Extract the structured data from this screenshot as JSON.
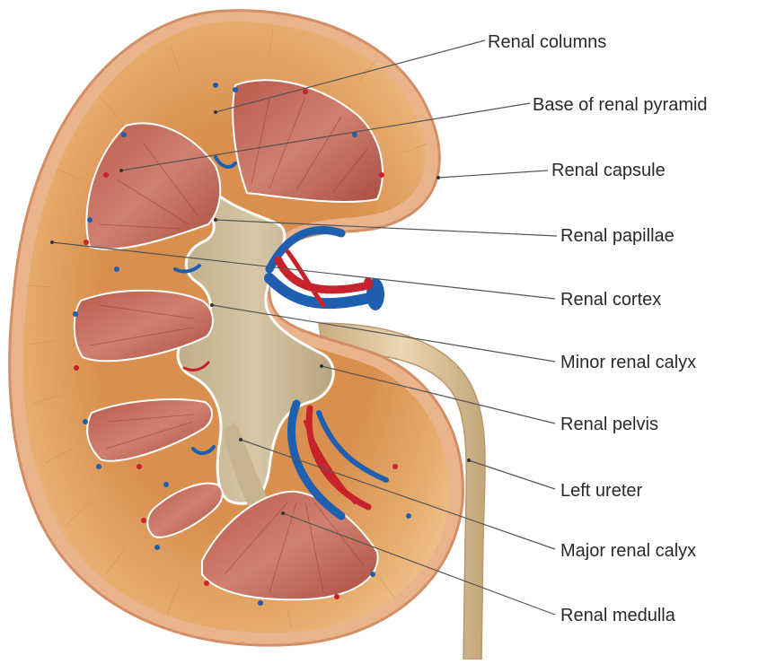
{
  "diagram": {
    "labels": {
      "renal_columns": "Renal columns",
      "base_of_renal_pyramid": "Base of renal pyramid",
      "renal_capsule": "Renal capsule",
      "renal_papillae": "Renal papillae",
      "renal_cortex": "Renal cortex",
      "minor_renal_calyx": "Minor renal calyx",
      "renal_pelvis": "Renal pelvis",
      "left_ureter": "Left ureter",
      "major_renal_calyx": "Major renal calyx",
      "renal_medulla": "Renal medulla"
    },
    "colors": {
      "capsule": "#e6a37a",
      "cortex": "#e2a15e",
      "medulla_pyramid": "#c9715f",
      "pelvis": "#cdbd9a",
      "ureter": "#d9c29b",
      "artery": "#c8232c",
      "vein": "#1f5fb0",
      "leader_line": "#555555"
    }
  }
}
